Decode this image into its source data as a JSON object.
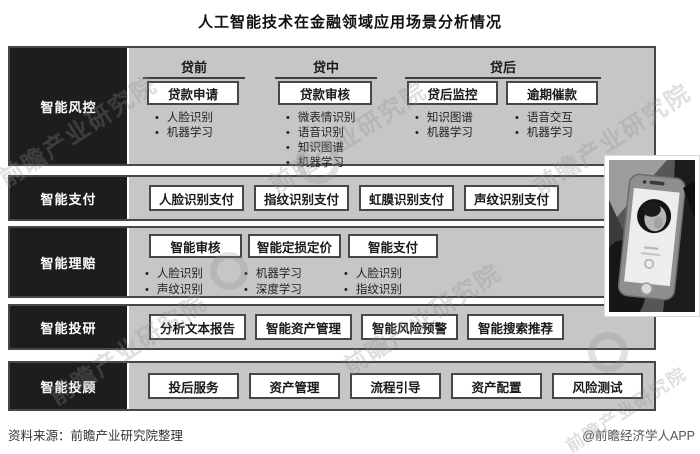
{
  "title": "人工智能技术在金融领域应用场景分析情况",
  "watermark": {
    "text": "前瞻产业研究院"
  },
  "colors": {
    "label_bg": "#1d1d1d",
    "row_bg": "#c6c6c6",
    "border": "#474747",
    "box_bg": "#ffffff"
  },
  "rows": {
    "risk": {
      "label": "智能风控",
      "groups": {
        "pre": {
          "header": "贷前",
          "box": "贷款申请",
          "bullets": [
            "人脸识别",
            "机器学习"
          ]
        },
        "mid": {
          "header": "贷中",
          "box": "贷款审核",
          "bullets": [
            "微表情识别",
            "语音识别",
            "知识图谱",
            "机器学习"
          ]
        },
        "post": {
          "header": "贷后",
          "monitor": {
            "box": "贷后监控",
            "bullets": [
              "知识图谱",
              "机器学习"
            ]
          },
          "overdue": {
            "box": "逾期催款",
            "bullets": [
              "语音交互",
              "机器学习"
            ]
          }
        }
      }
    },
    "payment": {
      "label": "智能支付",
      "boxes": [
        "人脸识别支付",
        "指纹识别支付",
        "虹膜识别支付",
        "声纹识别支付"
      ]
    },
    "claims": {
      "label": "智能理赔",
      "cols": [
        {
          "box": "智能审核",
          "bullets": [
            "人脸识别",
            "声纹识别"
          ]
        },
        {
          "box": "智能定损定价",
          "bullets": [
            "机器学习",
            "深度学习"
          ]
        },
        {
          "box": "智能支付",
          "bullets": [
            "人脸识别",
            "指纹识别"
          ]
        }
      ]
    },
    "research": {
      "label": "智能投研",
      "boxes": [
        "分析文本报告",
        "智能资产管理",
        "智能风险预警",
        "智能搜索推荐"
      ]
    },
    "advisor": {
      "label": "智能投顾",
      "boxes": [
        "投后服务",
        "资产管理",
        "流程引导",
        "资产配置",
        "风险测试"
      ]
    }
  },
  "footer": {
    "source": "资料来源：前瞻产业研究院整理",
    "credit": "@前瞻经济学人APP"
  }
}
